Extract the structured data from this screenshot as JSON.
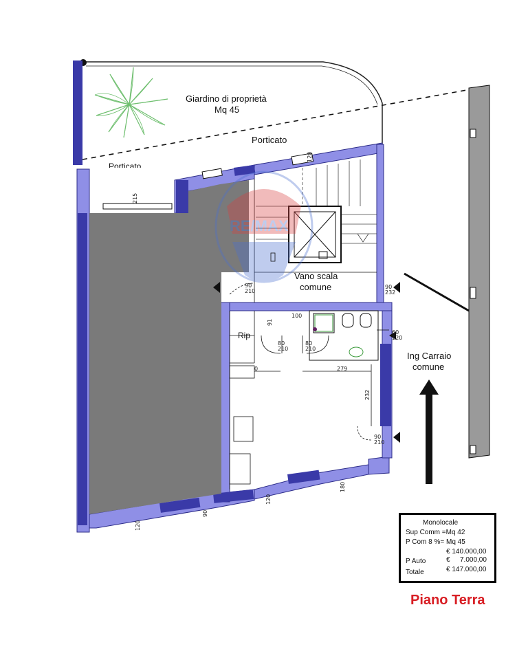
{
  "labels": {
    "garden_line1": "Giardino di proprietà",
    "garden_line2": "Mq 45",
    "porticato": "Porticato",
    "porticato_partial": "Porticato",
    "stair_line1": "Vano scala",
    "stair_line2": "comune",
    "carraio_line1": "Ing Carraio",
    "carraio_line2": "comune",
    "rip": "Rip"
  },
  "dimensions": {
    "d100": "100",
    "d279": "279",
    "d232": "232",
    "d0": "0",
    "d91": "91",
    "d120a": "120",
    "d120b": "120",
    "d120c": "120",
    "d90": "90",
    "d180": "180",
    "d215": "215",
    "door_80_210a": "80\n210",
    "door_80_210b": "80\n210",
    "door_90_210": "90\n210",
    "door_90_232": "90\n232",
    "door_60_120": "60\n120",
    "door_90_210b": "90\n210"
  },
  "info_box": {
    "title": "Monolocale",
    "sup_comm": "Sup Comm =Mq 42",
    "p_com": "P Com 8 %= Mq 45",
    "price": "€ 140.000,00",
    "p_auto_label": "P Auto",
    "p_auto_euro": "€",
    "p_auto_value": "7.000,00",
    "totale_label": "Totale",
    "totale_value": "€ 147.000,00"
  },
  "footer": {
    "title": "Piano Terra"
  },
  "colors": {
    "wall_blue": "#8f8fe6",
    "wall_dark": "#3a3aa8",
    "gray_room": "#7a7a7a",
    "title_red": "#d81e24",
    "plant_green": "#6fbf6f"
  },
  "icons": {
    "plant": "plant-icon",
    "arrow": "arrow-up-icon",
    "stair": "stair-icon",
    "elevator": "elevator-icon",
    "watermark": "remax-watermark-icon"
  }
}
